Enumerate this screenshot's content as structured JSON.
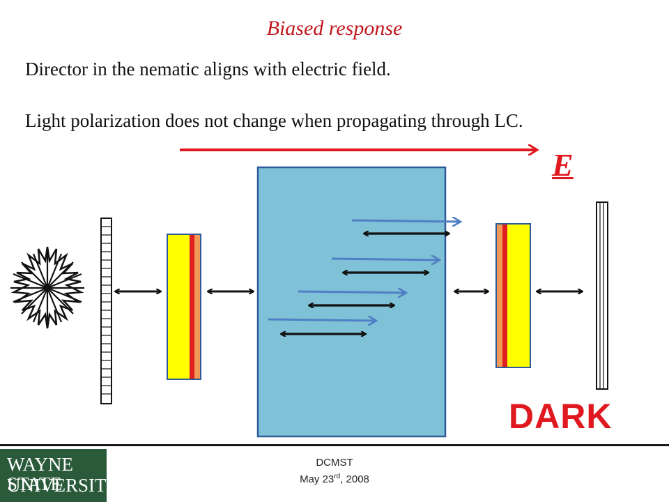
{
  "slide": {
    "title": "Biased response",
    "line1": "Director in the nematic aligns with electric field.",
    "line2": "Light polarization does not change when propagating through LC.",
    "field_label": "E",
    "result_label": "DARK"
  },
  "footer": {
    "org": "DCMST",
    "date_main": "May 23",
    "date_sup": "rd",
    "date_year": ", 2008",
    "logo_line1": "WAYNE STATE",
    "logo_line2": "UNIVERSITY"
  },
  "colors": {
    "title_red": "#c0181d",
    "field_red": "#e0181f",
    "cell_blue": "#7fc1d6",
    "cell_border": "#2f5a9a",
    "polarizer_yellow": "#ffff00",
    "stripe_red": "#e02020",
    "stripe_orange": "#f29a55",
    "light_ray_blue": "#4f7fc4",
    "logo_green": "#2a5a3a"
  },
  "icons": {
    "light_source": "starburst-light-source-icon"
  }
}
